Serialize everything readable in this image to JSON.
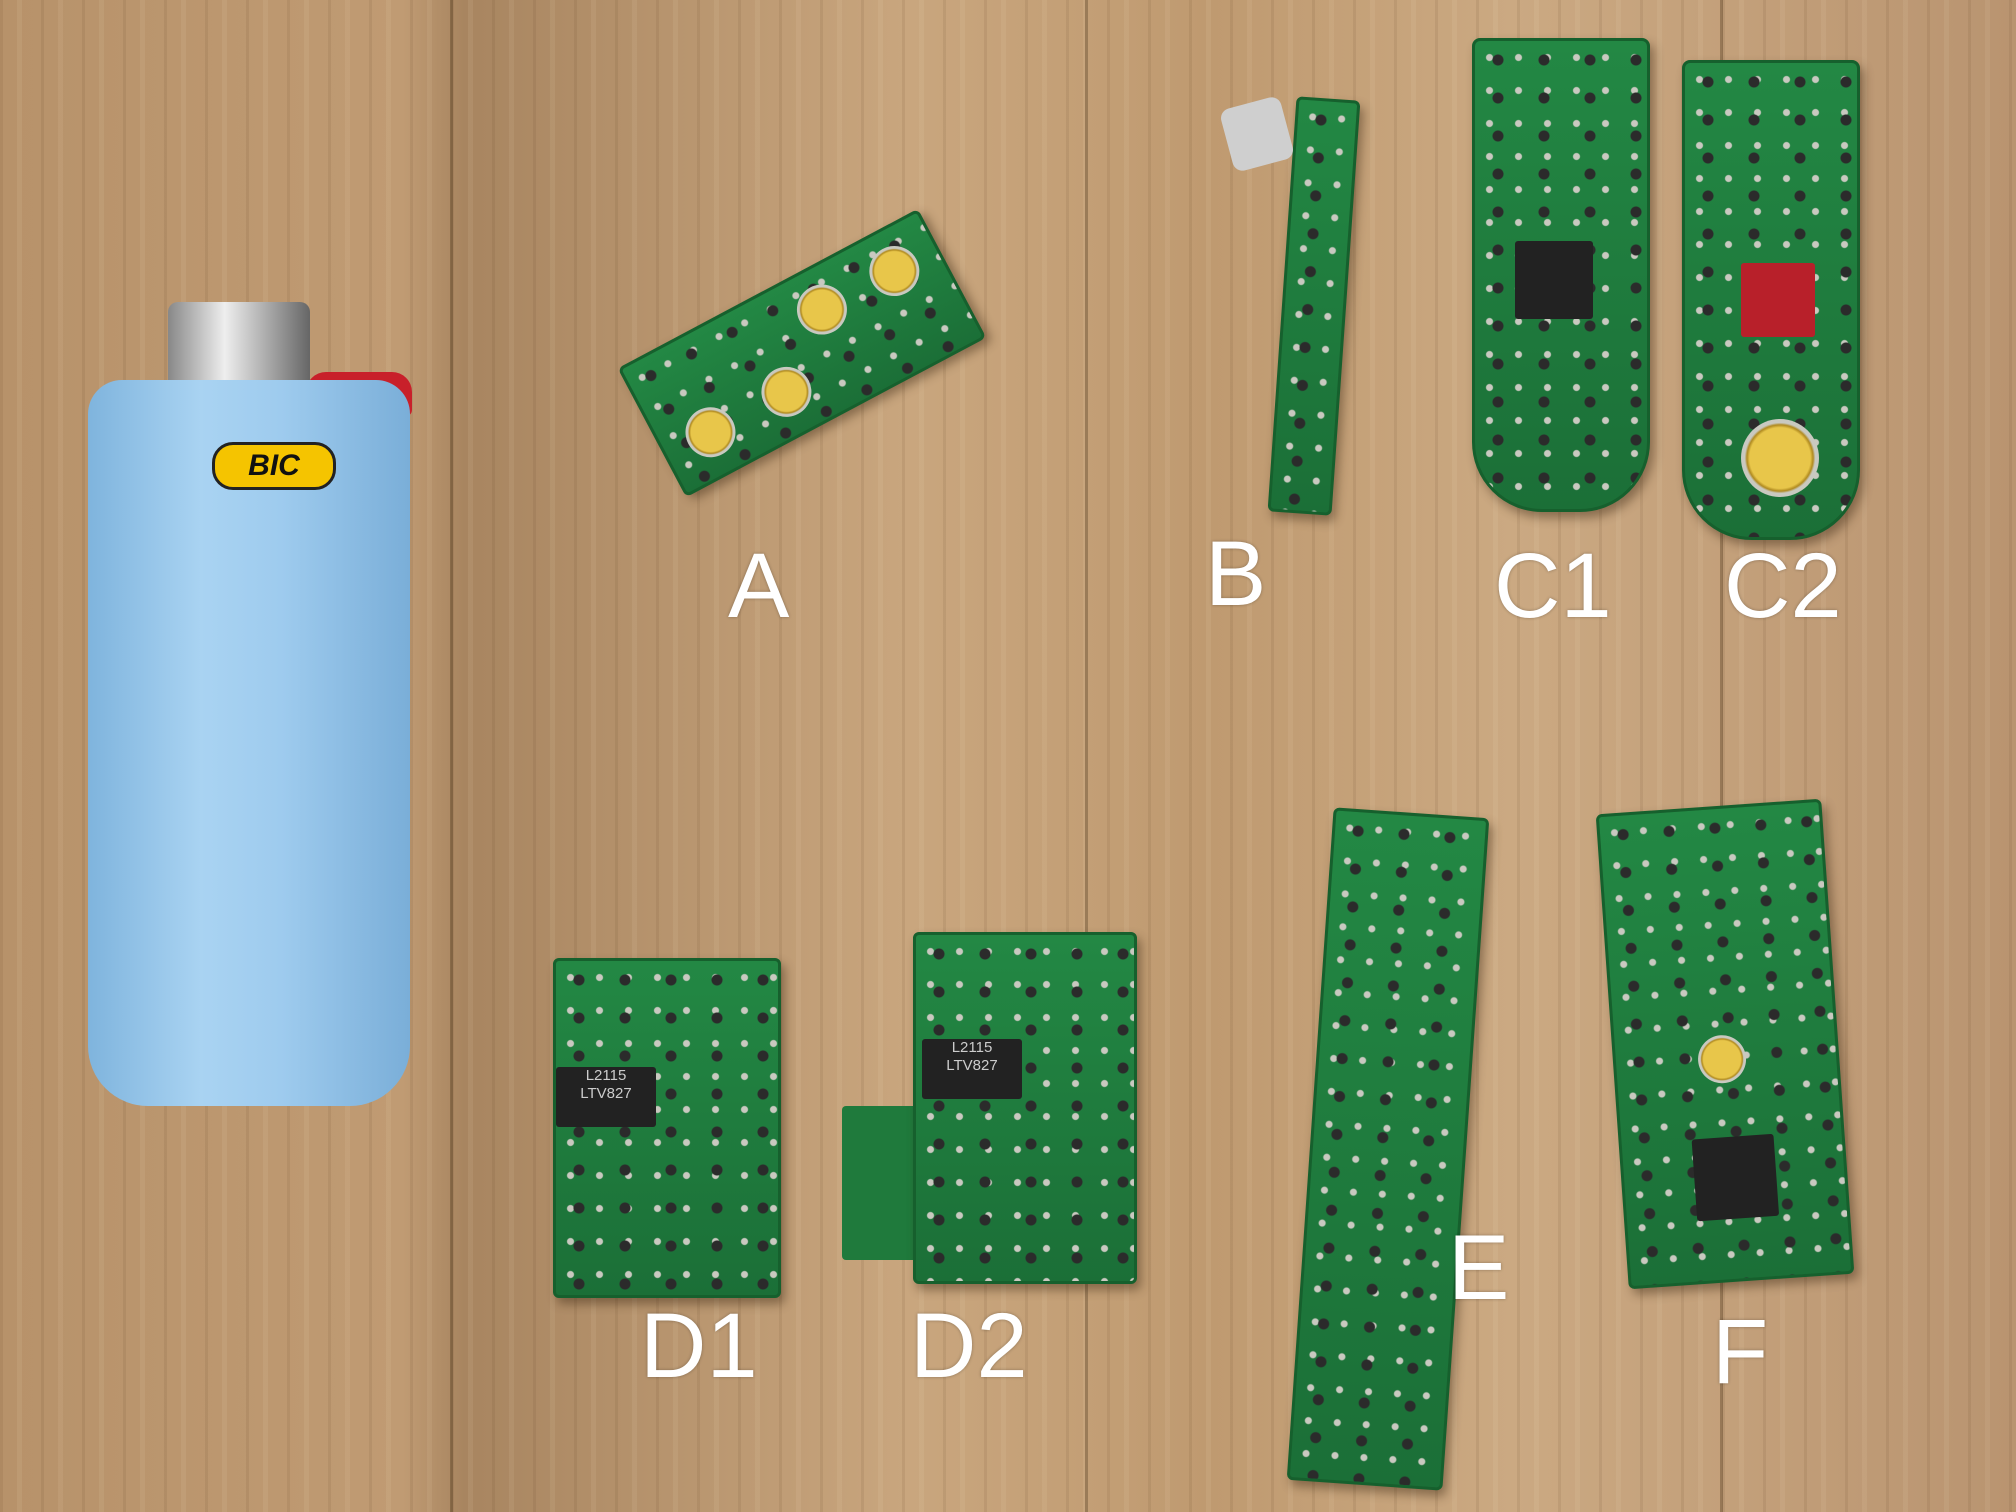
{
  "labels": {
    "a": "A",
    "b": "B",
    "c1": "C1",
    "c2": "C2",
    "d1": "D1",
    "d2": "D2",
    "e": "E",
    "f": "F"
  },
  "lighter": {
    "brand": "BIC"
  },
  "chips": {
    "d1_top": "L2115",
    "d1_bottom": "LTV827",
    "d2_top": "L2115",
    "d2_bottom": "LTV827"
  },
  "colors": {
    "pcb": "#1f7a3c",
    "label": "#ffffff",
    "lighter": "#9ecbee"
  }
}
